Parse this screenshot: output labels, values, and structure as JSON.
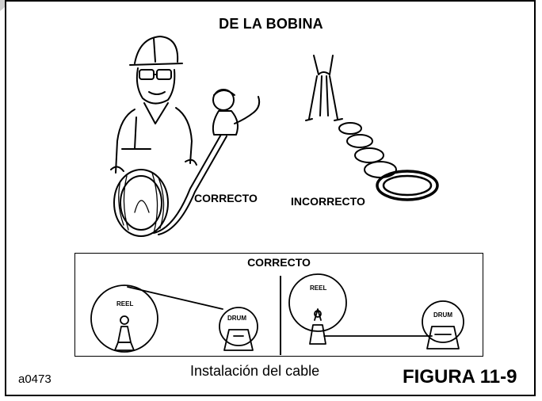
{
  "figure": {
    "heading": "DE LA BOBINA",
    "top_left_label": "CORRECTO",
    "top_right_label": "INCORRECTO",
    "panel_title": "CORRECTO",
    "reel_label_left": "REEL",
    "drum_label_left": "DRUM",
    "reel_label_right": "REEL",
    "drum_label_right": "DRUM",
    "image_code": "a0473",
    "caption": "Instalación del cable",
    "figure_number": "FIGURA 11-9"
  }
}
